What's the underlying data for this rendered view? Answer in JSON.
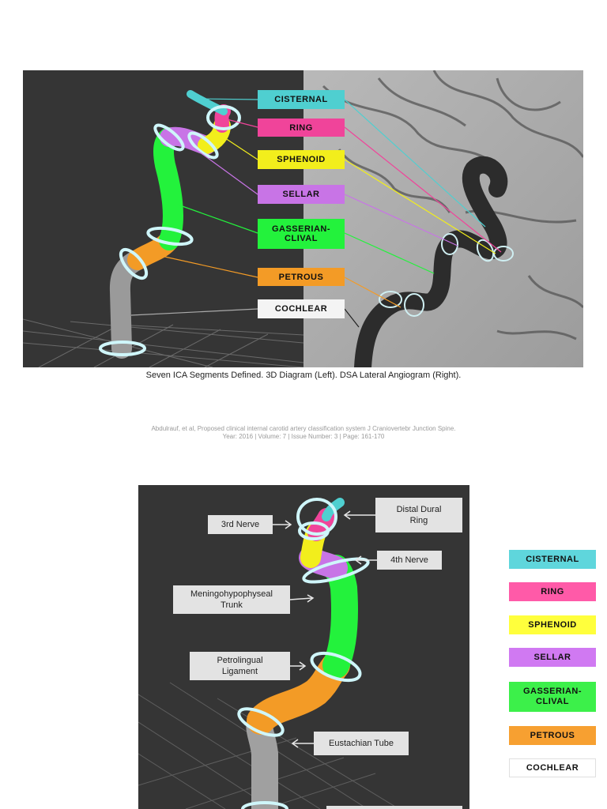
{
  "top_figure": {
    "segments": [
      {
        "label": "CISTERNAL",
        "color": "#4fcfd0"
      },
      {
        "label": "RING",
        "color": "#f0449a"
      },
      {
        "label": "SPHENOID",
        "color": "#f2ee1c"
      },
      {
        "label": "SELLAR",
        "color": "#c874e6"
      },
      {
        "label": "GASSERIAN-\nCLIVAL",
        "color": "#23f23c"
      },
      {
        "label": "PETROUS",
        "color": "#f39b26"
      },
      {
        "label": "COCHLEAR",
        "color": "#f4f4f4"
      }
    ]
  },
  "caption": "Seven ICA Segments Defined. 3D Diagram (Left). DSA Lateral Angiogram (Right).",
  "citation": {
    "line1": "Abdulrauf, et al, Proposed clinical internal carotid artery classification system J Craniovertebr Junction Spine.",
    "line2": "Year: 2016 | Volume:  7 | Issue Number:  3 | Page: 161-170"
  },
  "bottom_figure": {
    "labels": {
      "third_nerve": "3rd Nerve",
      "distal_dural_ring": "Distal Dural\nRing",
      "fourth_nerve": "4th Nerve",
      "meningohypophyseal": "Meningohypophyseal\nTrunk",
      "petrolingual": "Petrolingual\nLigament",
      "eustachian": "Eustachian Tube"
    }
  },
  "legend": [
    {
      "label": "CISTERNAL",
      "color": "#5fd6dc"
    },
    {
      "label": "RING",
      "color": "#ff5aa8"
    },
    {
      "label": "SPHENOID",
      "color": "#ffff3c"
    },
    {
      "label": "SELLAR",
      "color": "#d079f2"
    },
    {
      "label": "GASSERIAN-\nCLIVAL",
      "color": "#3cf04a"
    },
    {
      "label": "PETROUS",
      "color": "#f7a031"
    },
    {
      "label": "COCHLEAR",
      "color": "#ffffff"
    }
  ]
}
